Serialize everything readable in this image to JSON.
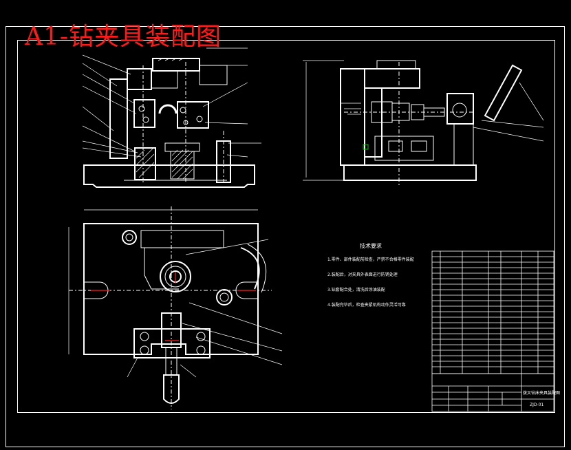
{
  "title": "A1-钻夹具装配图",
  "technical_requirements": {
    "heading": "技术要求",
    "lines": [
      "1.零件、部件装配前检查，严禁不合格零件装配",
      "2.装配后，对夹具外表面进行防锈处理",
      "3.钻套配合处，清洗后涂油装配",
      "4.装配完毕后，检查夹紧机构动作灵活可靠"
    ]
  },
  "title_block": {
    "name": "拨叉钻床夹具装配图",
    "code": "ZJD-01"
  },
  "colors": {
    "background": "#000000",
    "lines": "#ffffff",
    "title_text": "#ff1a1a",
    "highlight": "#ff2020",
    "marker": "#00c000"
  }
}
